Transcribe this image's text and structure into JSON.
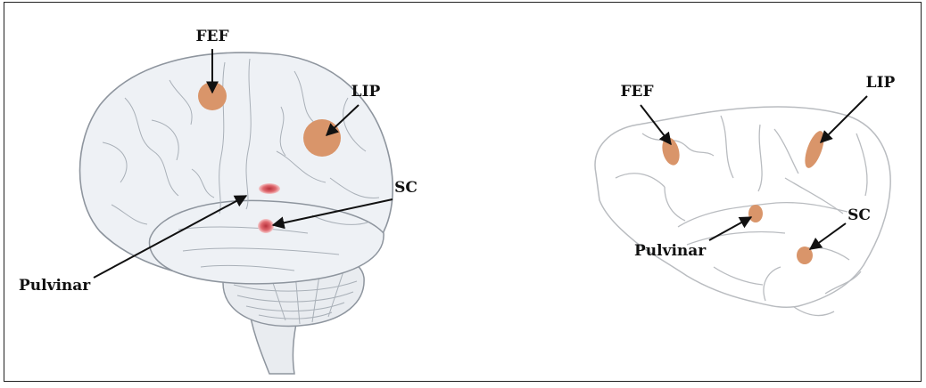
{
  "colors": {
    "region_fill": "#d9956a",
    "subcortical_fill": "#d9535a",
    "human_brain_fill": "#eef1f5",
    "human_brain_stroke": "#8e959e",
    "monkey_brain_stroke": "#b9bcc0",
    "arrow": "#111111",
    "label": "#111111"
  },
  "human_brain": {
    "labels": {
      "fef": "FEF",
      "lip": "LIP",
      "sc": "SC",
      "pulvinar": "Pulvinar"
    }
  },
  "monkey_brain": {
    "labels": {
      "fef": "FEF",
      "lip": "LIP",
      "sc": "SC",
      "pulvinar": "Pulvinar"
    }
  }
}
